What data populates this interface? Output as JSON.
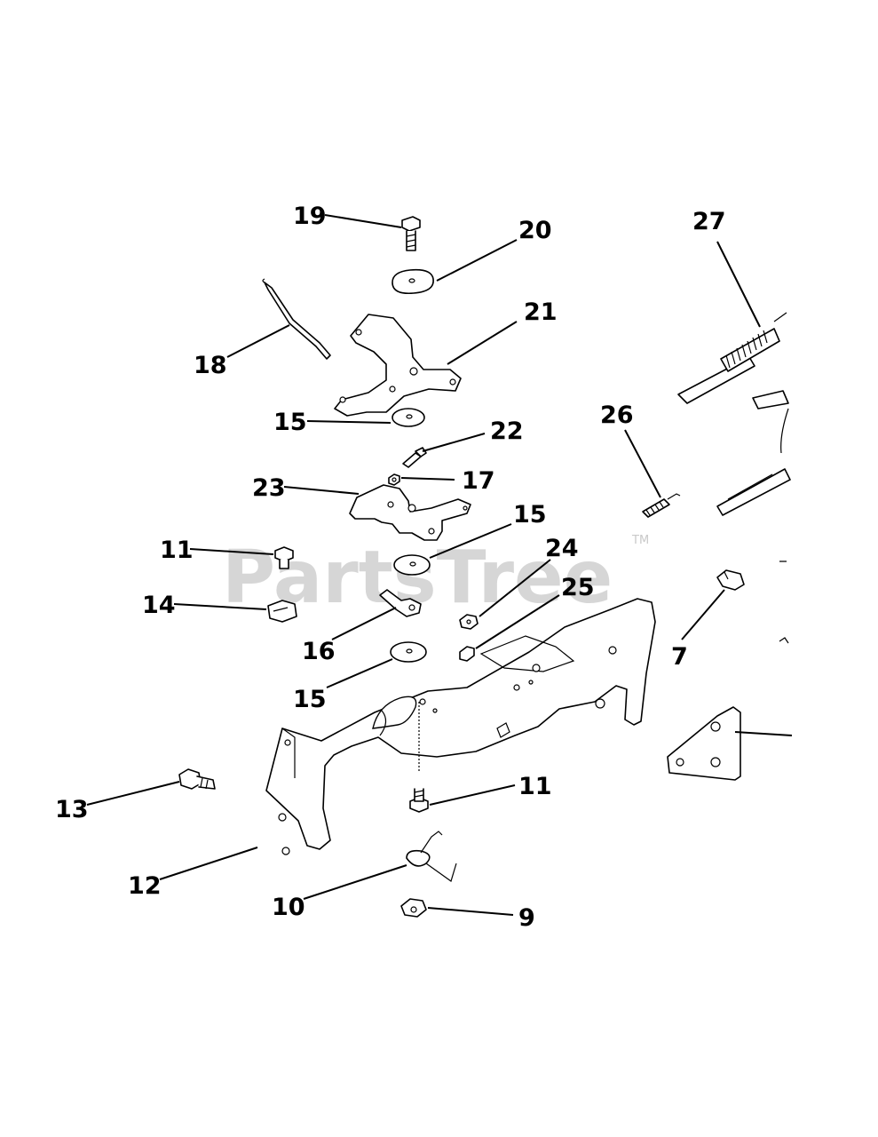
{
  "watermark": {
    "text": "PartsTree",
    "tm": "TM"
  },
  "callouts": [
    {
      "id": "c19",
      "label": "19"
    },
    {
      "id": "c20",
      "label": "20"
    },
    {
      "id": "c27",
      "label": "27"
    },
    {
      "id": "c21",
      "label": "21"
    },
    {
      "id": "c18",
      "label": "18"
    },
    {
      "id": "c15a",
      "label": "15"
    },
    {
      "id": "c22",
      "label": "22"
    },
    {
      "id": "c26",
      "label": "26"
    },
    {
      "id": "c17",
      "label": "17"
    },
    {
      "id": "c23",
      "label": "23"
    },
    {
      "id": "c15b",
      "label": "15"
    },
    {
      "id": "c11a",
      "label": "11"
    },
    {
      "id": "c24",
      "label": "24"
    },
    {
      "id": "c25",
      "label": "25"
    },
    {
      "id": "c14",
      "label": "14"
    },
    {
      "id": "c16",
      "label": "16"
    },
    {
      "id": "c7",
      "label": "7"
    },
    {
      "id": "c15c",
      "label": "15"
    },
    {
      "id": "c11b",
      "label": "11"
    },
    {
      "id": "c13",
      "label": "13"
    },
    {
      "id": "c12",
      "label": "12"
    },
    {
      "id": "c10",
      "label": "10"
    },
    {
      "id": "c9",
      "label": "9"
    }
  ]
}
